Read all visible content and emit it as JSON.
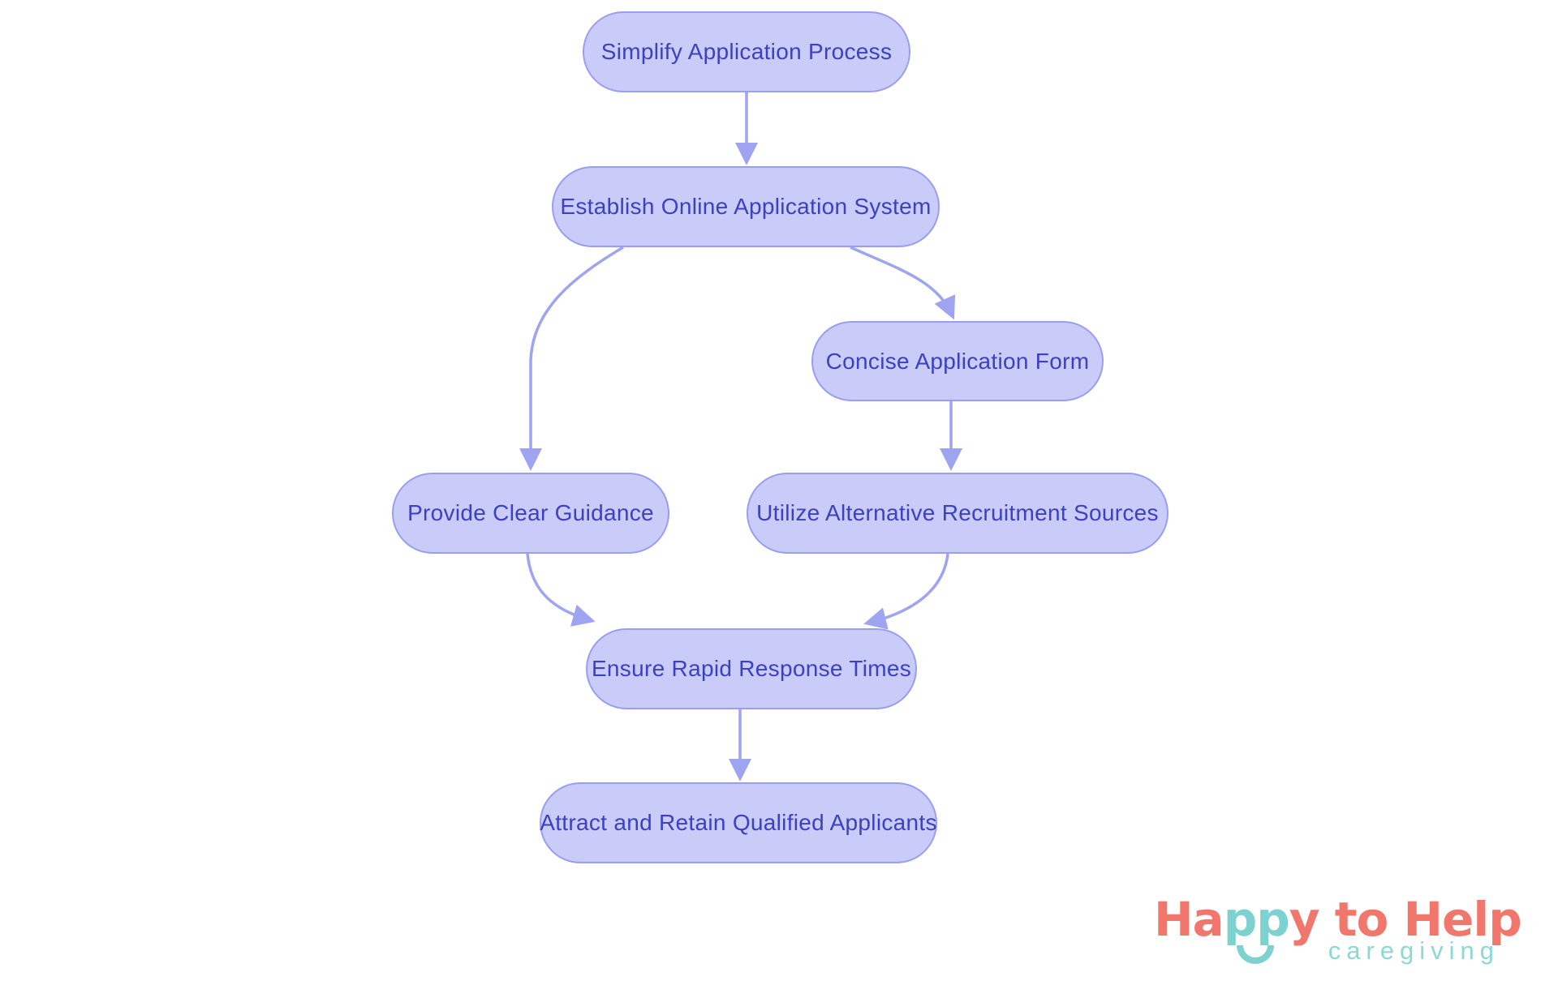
{
  "diagram": {
    "nodes": [
      {
        "id": "simplify",
        "label": "Simplify Application Process"
      },
      {
        "id": "establish",
        "label": "Establish Online Application System"
      },
      {
        "id": "concise",
        "label": "Concise Application Form"
      },
      {
        "id": "guidance",
        "label": "Provide Clear Guidance"
      },
      {
        "id": "sources",
        "label": "Utilize Alternative Recruitment Sources"
      },
      {
        "id": "response",
        "label": "Ensure Rapid Response Times"
      },
      {
        "id": "attract",
        "label": "Attract and Retain Qualified Applicants"
      }
    ],
    "edges": [
      {
        "from": "simplify",
        "to": "establish"
      },
      {
        "from": "establish",
        "to": "guidance"
      },
      {
        "from": "establish",
        "to": "concise"
      },
      {
        "from": "concise",
        "to": "sources"
      },
      {
        "from": "guidance",
        "to": "response"
      },
      {
        "from": "sources",
        "to": "response"
      },
      {
        "from": "response",
        "to": "attract"
      }
    ]
  },
  "colors": {
    "node_fill": "#c9cbf8",
    "node_border": "#999ef0",
    "node_text": "#3b41c1",
    "edge": "#9fa4f1",
    "background": "#ffffff",
    "logo_coral": "#f1776c",
    "logo_teal": "#7dd2cf",
    "logo_caregiving": "#8ed8d2"
  },
  "logo": {
    "word_part1": "Ha",
    "word_part2": "pp",
    "word_part3": "y to Help",
    "tagline": "caregiving"
  }
}
